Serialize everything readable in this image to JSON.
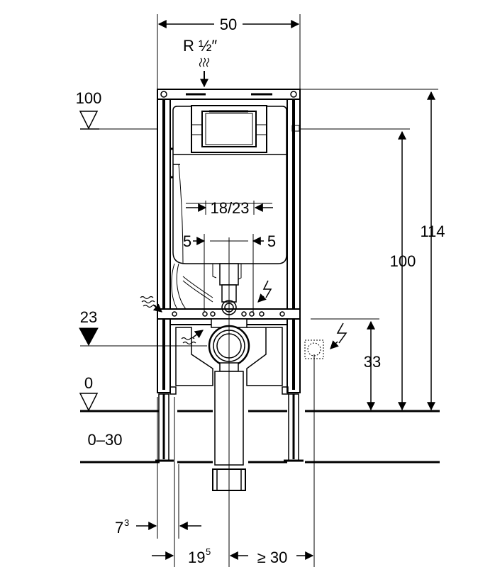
{
  "dimensions": {
    "frame_width": "50",
    "supply_thread": "R ½″",
    "cistern_opening": "18/23",
    "offset_left": "5",
    "offset_right": "5",
    "height_total": "114",
    "height_frame": "100",
    "height_drain": "33",
    "foot_offset_base": "7",
    "foot_offset_exp": "3",
    "foot_width_base": "19",
    "foot_width_exp": "5",
    "wall_clearance": "≥ 30",
    "floor_adjust": "0–30"
  },
  "levels": {
    "top": "100",
    "drain": "23",
    "floor": "0"
  },
  "icons": [
    "water-supply-icon",
    "electrical-icon",
    "waste-water-icon",
    "socket-icon"
  ]
}
